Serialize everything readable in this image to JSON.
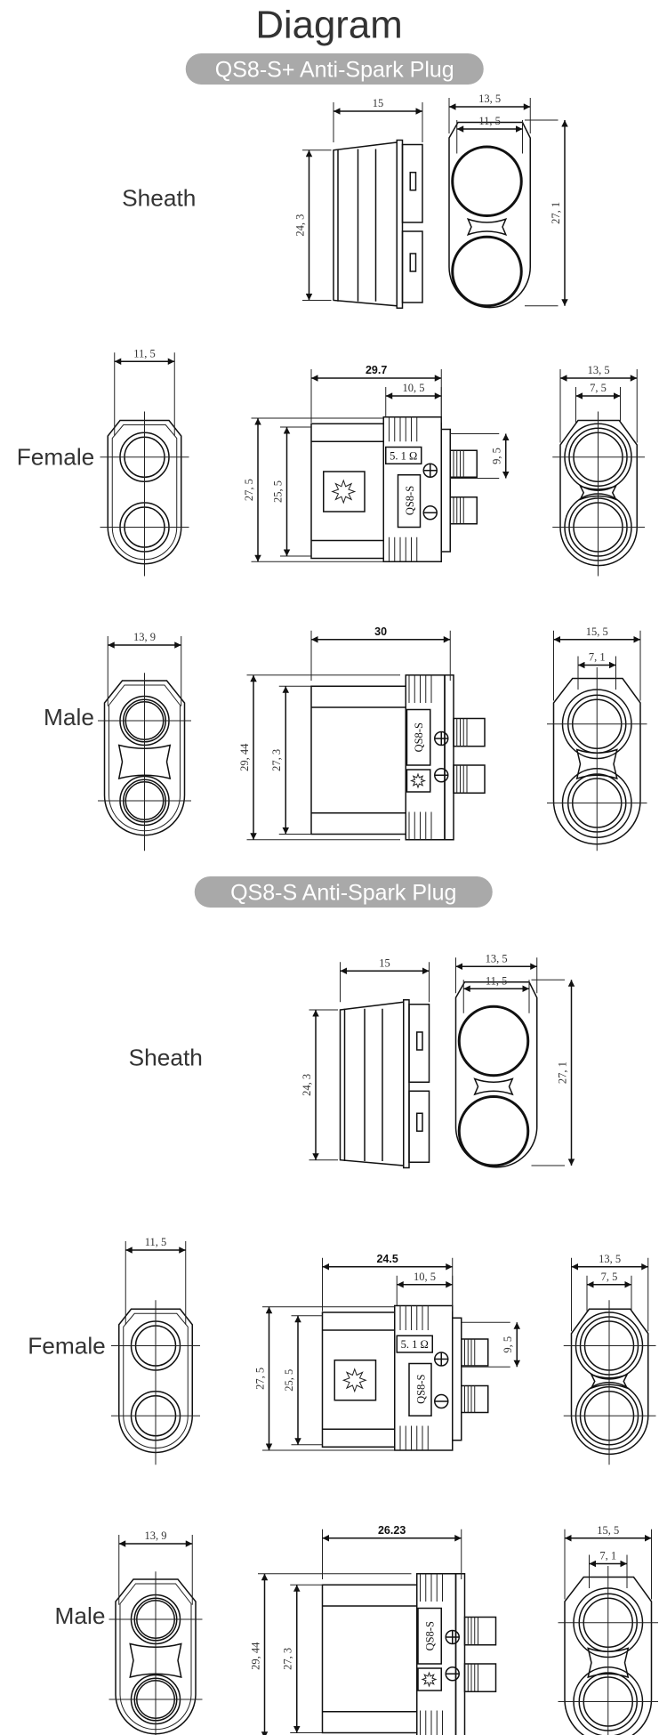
{
  "page_title": "Diagram",
  "colors": {
    "pill": "#a9a9a9",
    "line": "#111111",
    "text": "#333333"
  },
  "sections": [
    {
      "title": "QS8-S+ Anti-Spark Plug",
      "sheath": {
        "label": "Sheath",
        "side_width": "15",
        "side_height": "24, 3",
        "front_outer_width": "13, 5",
        "front_inner_width": "11, 5",
        "front_height": "27, 1"
      },
      "female": {
        "label": "Female",
        "front_width": "11, 5",
        "side_length": "29.7",
        "side_block_length": "10, 5",
        "side_outer_height": "27, 5",
        "side_inner_height": "25, 5",
        "pin_spacing": "9, 5",
        "resistor_label": "5. 1 Ω",
        "model_label": "QS8-S",
        "rear_outer_width": "13, 5",
        "rear_inner_width": "7, 5"
      },
      "male": {
        "label": "Male",
        "front_width": "13, 9",
        "side_length": "30",
        "side_outer_height": "29, 44",
        "side_inner_height": "27, 3",
        "model_label": "QS8-S",
        "rear_outer_width": "15, 5",
        "rear_inner_width": "7, 1"
      }
    },
    {
      "title": "QS8-S Anti-Spark Plug",
      "sheath": {
        "label": "Sheath",
        "side_width": "15",
        "side_height": "24, 3",
        "front_outer_width": "13, 5",
        "front_inner_width": "11, 5",
        "front_height": "27, 1"
      },
      "female": {
        "label": "Female",
        "front_width": "11, 5",
        "side_length": "24.5",
        "side_block_length": "10, 5",
        "side_outer_height": "27, 5",
        "side_inner_height": "25, 5",
        "pin_spacing": "9, 5",
        "resistor_label": "5. 1 Ω",
        "model_label": "QS8-S",
        "rear_outer_width": "13, 5",
        "rear_inner_width": "7, 5"
      },
      "male": {
        "label": "Male",
        "front_width": "13, 9",
        "side_length": "26.23",
        "side_outer_height": "29, 44",
        "side_inner_height": "27, 3",
        "model_label": "QS8-S",
        "rear_outer_width": "15, 5",
        "rear_inner_width": "7, 1"
      }
    }
  ]
}
